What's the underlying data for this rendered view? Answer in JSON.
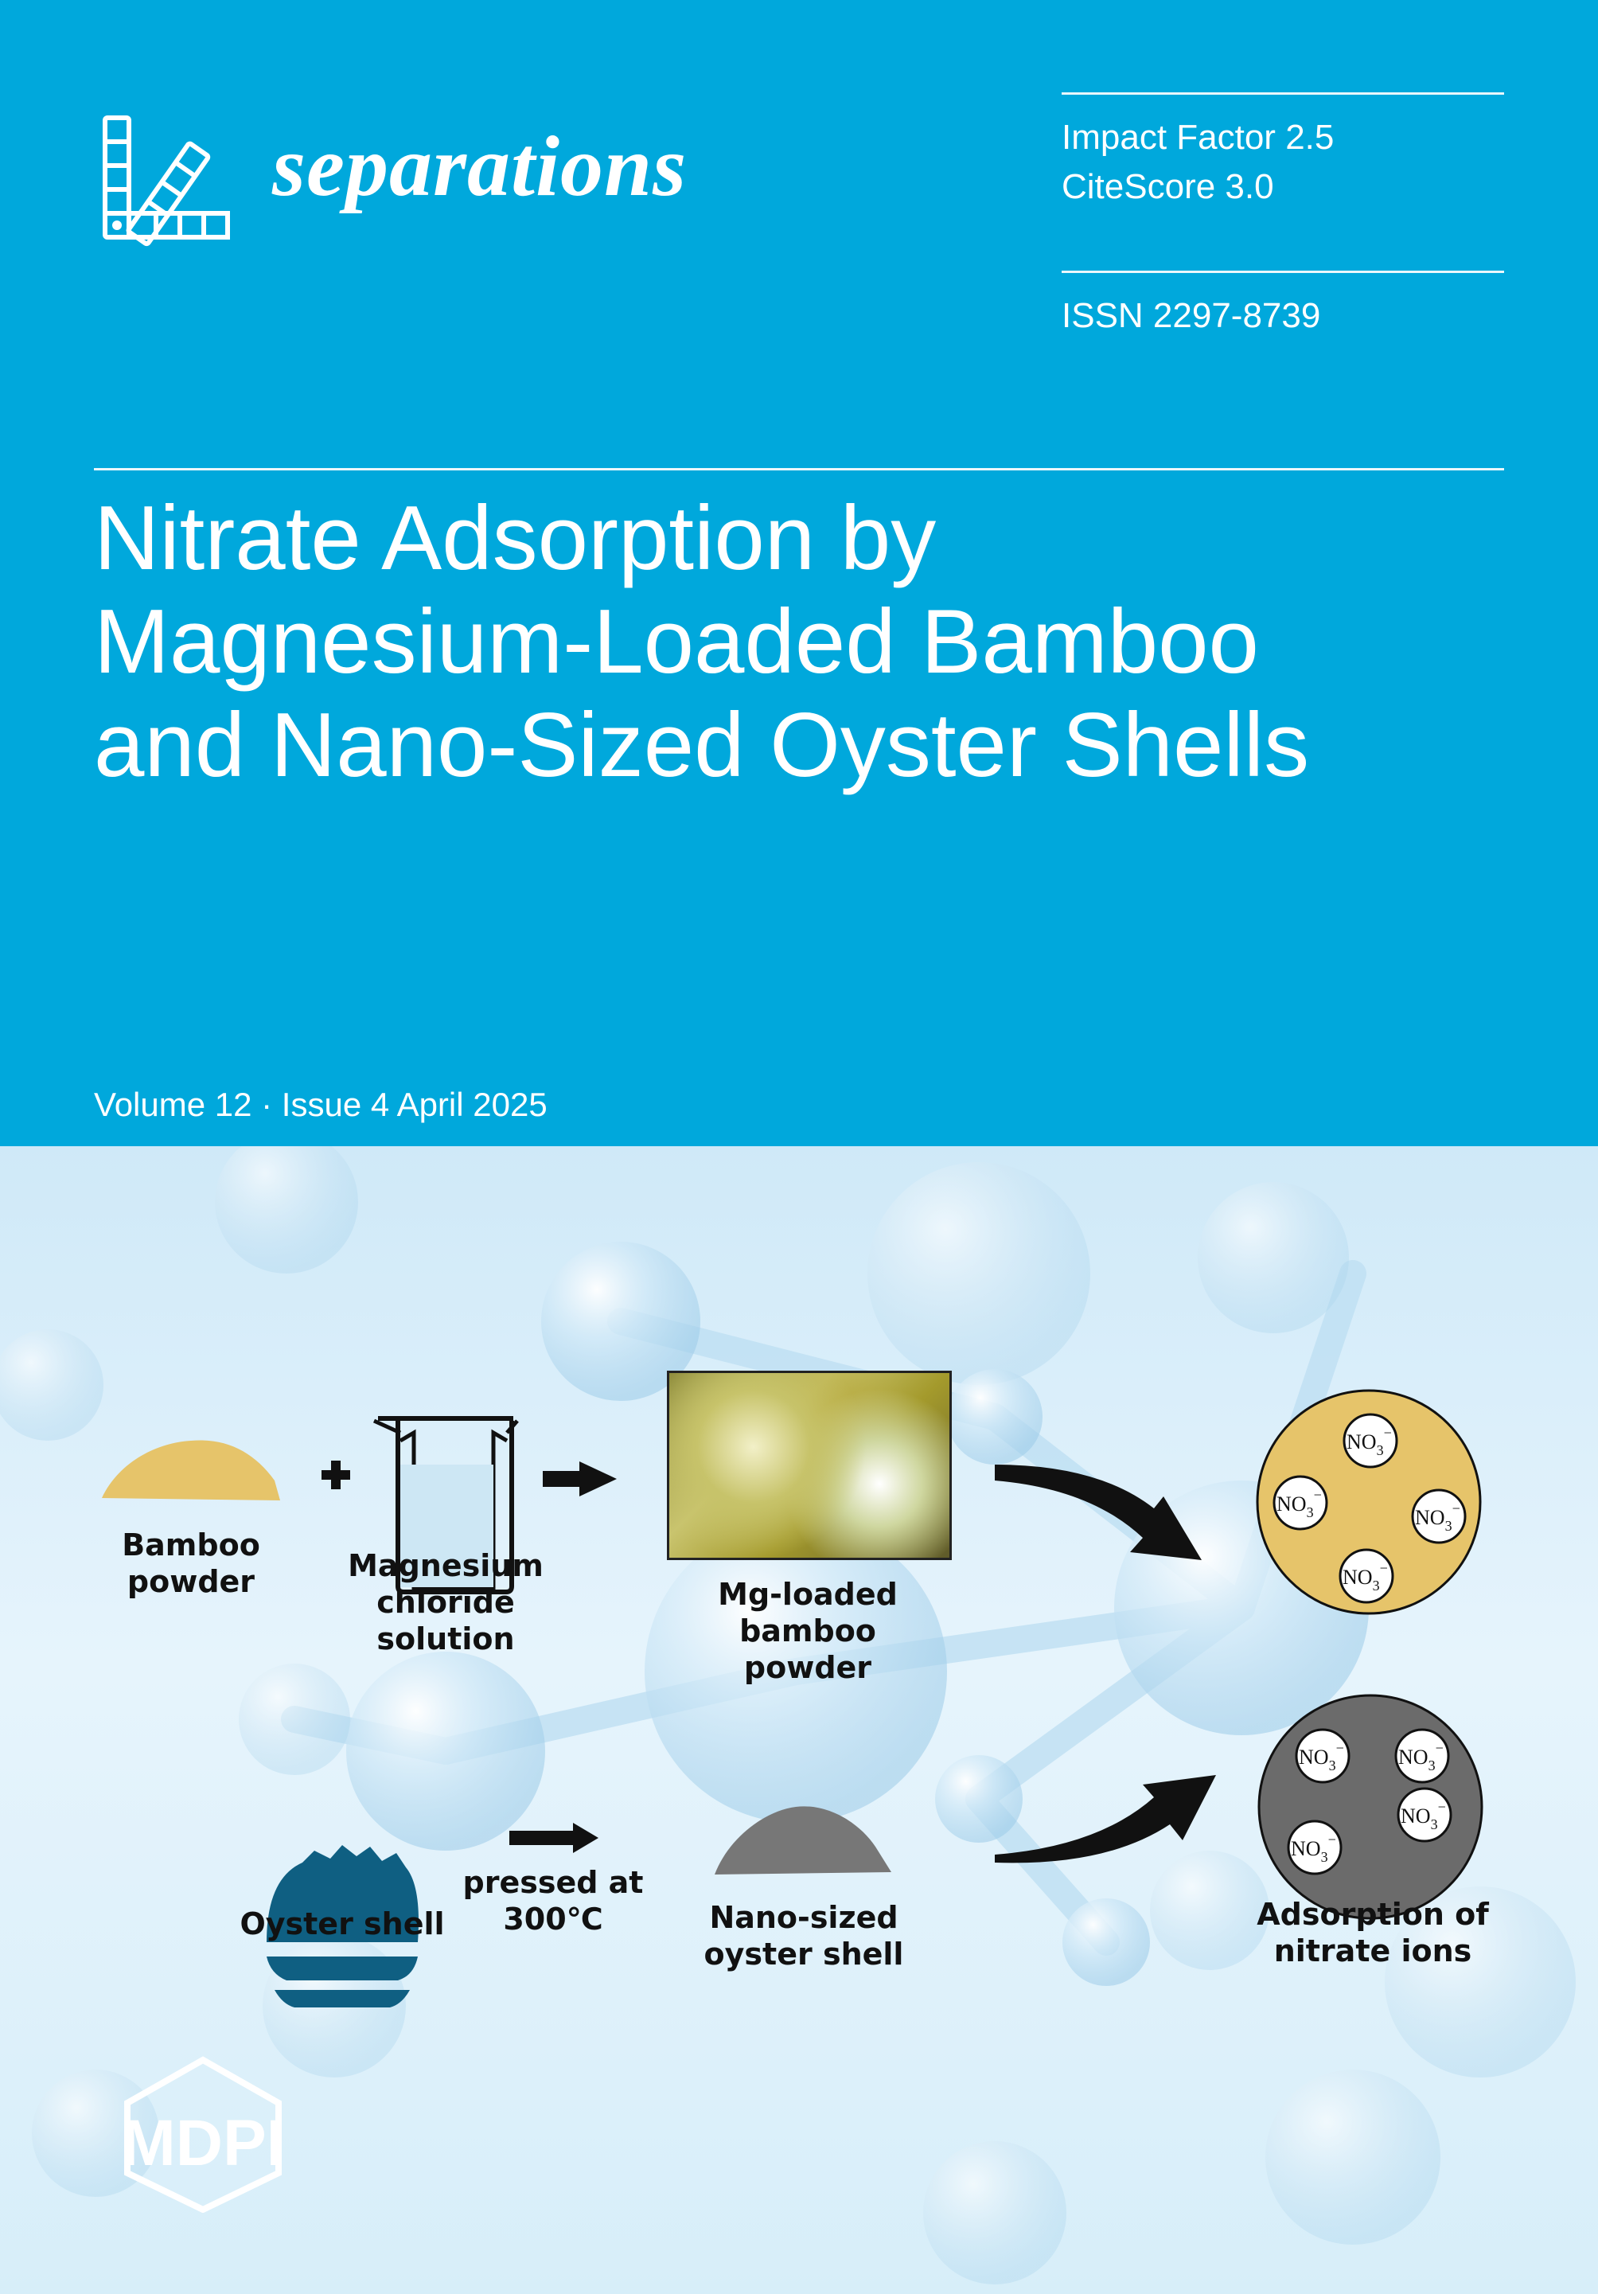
{
  "journal": {
    "name": "separations",
    "impact_factor": "Impact Factor 2.5",
    "citescore": "CiteScore 3.0",
    "issn": "ISSN 2297-8739"
  },
  "article": {
    "title_lines": [
      "Nitrate Adsorption by",
      "Magnesium-Loaded Bamboo",
      "and Nano-Sized Oyster Shells"
    ]
  },
  "issue": {
    "volume_line": "Volume 12 · Issue 4 April 2025"
  },
  "graphic": {
    "bamboo_powder": [
      "Bamboo",
      "powder"
    ],
    "magnesium_solution": [
      "Magnesium",
      "chloride",
      "solution"
    ],
    "mg_loaded": [
      "Mg-loaded",
      "bamboo",
      "powder"
    ],
    "oyster_shell": "Oyster shell",
    "pressed": [
      "pressed at",
      "300℃"
    ],
    "nano_oyster": [
      "Nano-sized",
      "oyster shell"
    ],
    "adsorption": [
      "Adsorption of",
      "nitrate ions"
    ],
    "ion_label": "NO",
    "ion_sub": "3",
    "ion_sup": "−"
  },
  "publisher": {
    "logo_text": "MDPI"
  },
  "colors": {
    "cover_blue": "#00a8dc",
    "bamboo": "#e6c46a",
    "oyster": "#0f5f82",
    "nano_powder": "#777777",
    "adsorbent_gray": "#6b6b6b"
  }
}
